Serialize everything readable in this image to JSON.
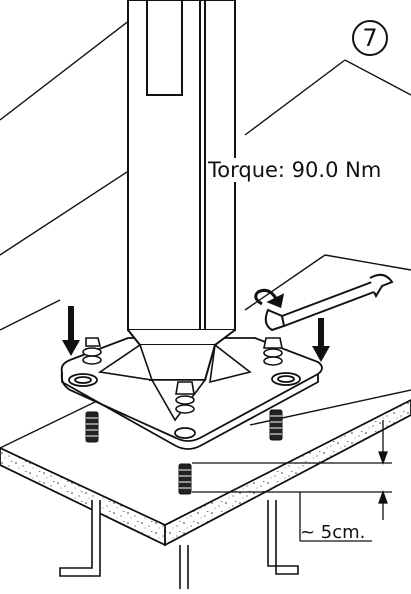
{
  "step_number": "7",
  "torque_label": "Torque: 90.0 Nm",
  "distance_label": "~ 5cm."
}
